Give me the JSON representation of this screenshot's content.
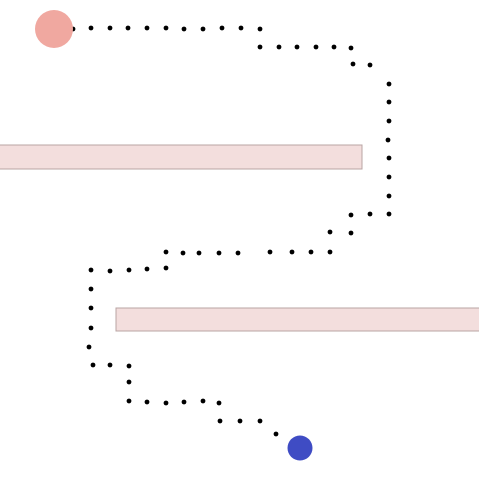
{
  "scene": {
    "background_color": "#ffffff",
    "start_marker": {
      "shape": "circle",
      "color": "#f0a8a0"
    },
    "goal_marker": {
      "shape": "circle",
      "color": "#3f4cc4"
    },
    "walls": [
      {
        "id": "upper-wall",
        "color": "#f3dedd",
        "border_color": "#b8a4a3"
      },
      {
        "id": "lower-wall",
        "color": "#f3dedd",
        "border_color": "#b8a4a3"
      }
    ],
    "path": {
      "style": "dotted",
      "dot_color": "#000000"
    }
  }
}
